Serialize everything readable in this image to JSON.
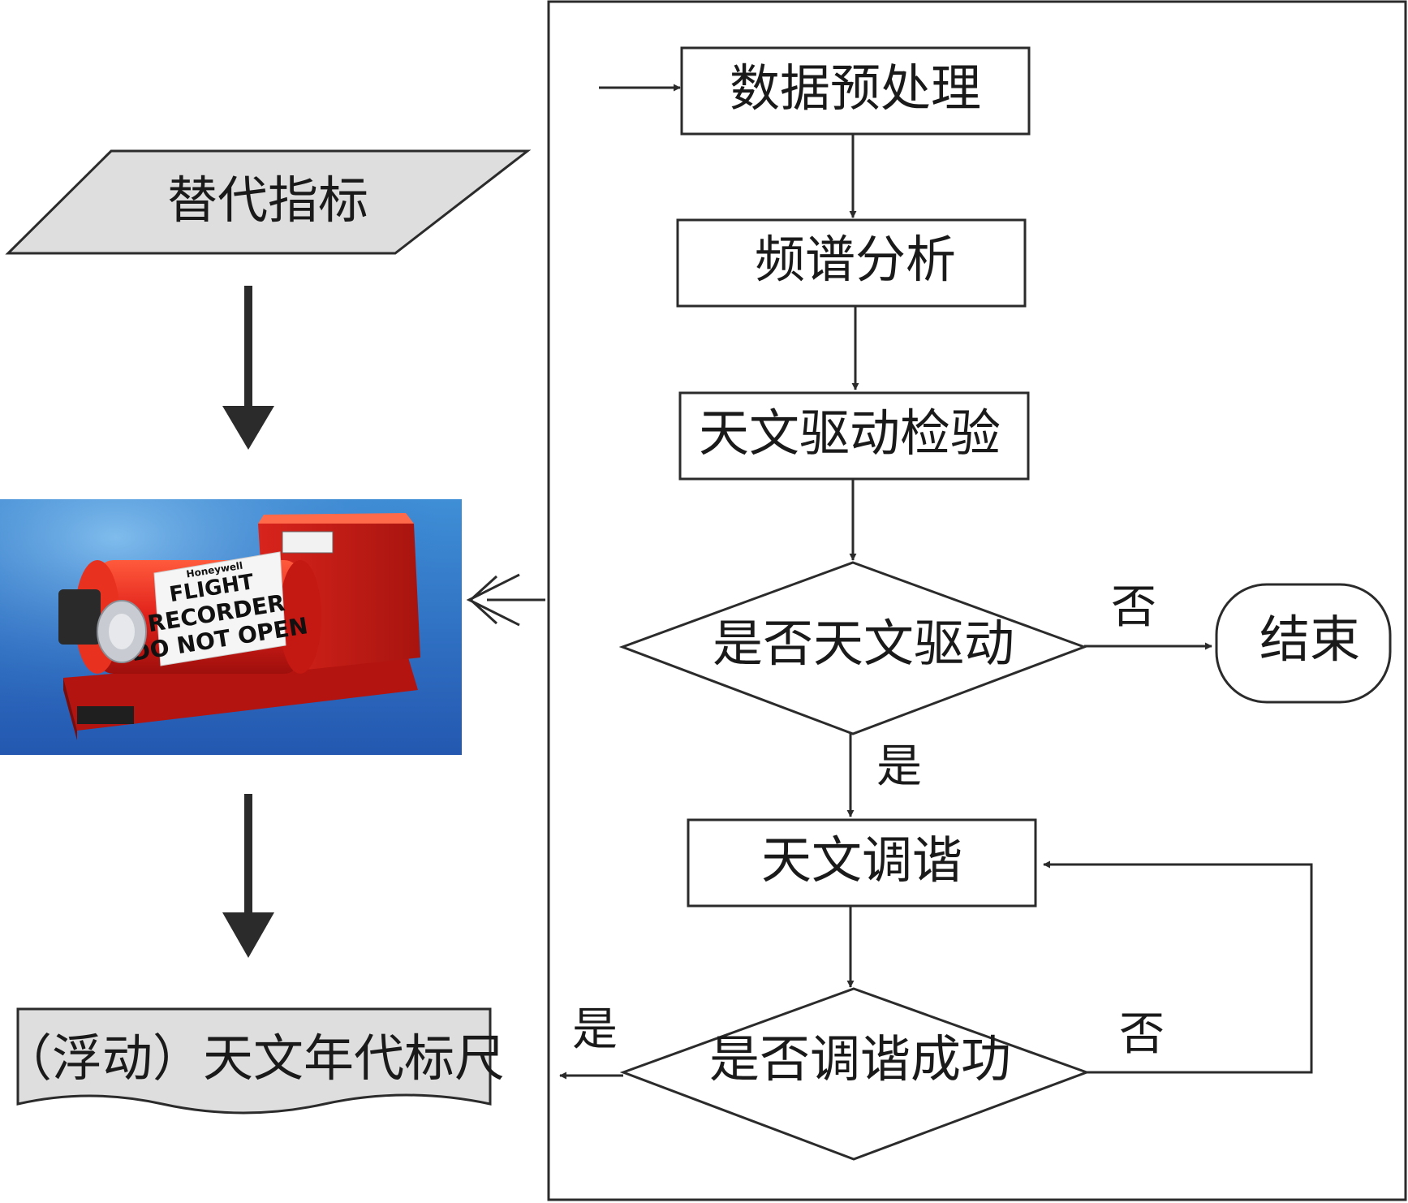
{
  "left": {
    "proxy_indicator": "替代指标",
    "recorder_label": {
      "top": "Honeywell",
      "line1": "FLIGHT",
      "line2": "RECORDER",
      "line3": "DO NOT OPEN"
    },
    "timescale": "（浮动）天文年代标尺"
  },
  "flow": {
    "preprocess": "数据预处理",
    "spectrum": "频谱分析",
    "astro_test": "天文驱动检验",
    "is_astro": "是否天文驱动",
    "end": "结束",
    "tuning": "天文调谐",
    "is_tuned": "是否调谐成功"
  },
  "edges": {
    "is_astro_no": "否",
    "is_astro_yes": "是",
    "is_tuned_yes": "是",
    "is_tuned_no": "否"
  }
}
